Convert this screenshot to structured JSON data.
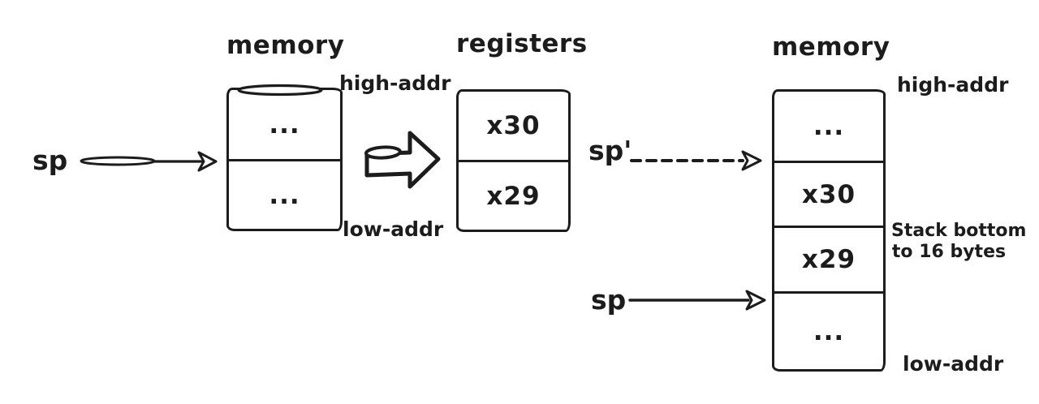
{
  "colors": {
    "ink": "#1c1c1c",
    "bg": "#ffffff"
  },
  "left_panel": {
    "title": "memory",
    "high_addr_label": "high-addr",
    "low_addr_label": "low-addr",
    "cells": [
      "...",
      "..."
    ],
    "sp_label": "sp"
  },
  "registers_panel": {
    "title": "registers",
    "cells": [
      "x30",
      "x29"
    ]
  },
  "right_panel": {
    "title": "memory",
    "high_addr_label": "high-addr",
    "low_addr_label": "low-addr",
    "cells": [
      "...",
      "x30",
      "x29",
      "..."
    ],
    "sp_new_label": "sp'",
    "sp_old_label": "sp",
    "stack_note": [
      "Stack bottom",
      "to 16 bytes"
    ]
  }
}
